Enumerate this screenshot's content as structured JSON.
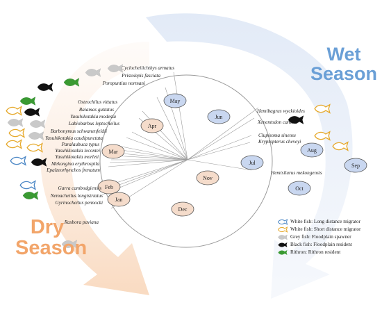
{
  "seasons": {
    "wet": "Wet Season",
    "dry": "Dry Season"
  },
  "months": [
    {
      "label": "May",
      "tone": "wet"
    },
    {
      "label": "Jun",
      "tone": "wet"
    },
    {
      "label": "Apr",
      "tone": "dry"
    },
    {
      "label": "Mar",
      "tone": "dry"
    },
    {
      "label": "Jul",
      "tone": "wet"
    },
    {
      "label": "Aug",
      "tone": "wet"
    },
    {
      "label": "Sep",
      "tone": "wet"
    },
    {
      "label": "Nov",
      "tone": "dry"
    },
    {
      "label": "Oct",
      "tone": "wet"
    },
    {
      "label": "Feb",
      "tone": "dry"
    },
    {
      "label": "Jan",
      "tone": "dry"
    },
    {
      "label": "Dec",
      "tone": "dry"
    }
  ],
  "species": [
    "Cyclocheilichthys armatus",
    "Pristolepis fasciata",
    "Poropuntius normani",
    "Osteochilus vittatus",
    "Raiamas guttatus",
    "Yasuhikotakia modesta",
    "Labiobarbus leptocheilus",
    "Barbonymus schwanenfeldii",
    "Yasuhikotakia caudipunctata",
    "Paralaubuca typus",
    "Yasuhikotakia lecontei",
    "Yasuhikotakia morleti",
    "Mekongina erythrospila",
    "Epalzeorhynchos frenatum",
    "Garra cambodgiensis",
    "Nemacheilus longistriatus",
    "Gyrinocheilus pennocki",
    "Rasbora paviana",
    "Hemibagrus wyckioides",
    "Xenentodon cancila",
    "Clupisoma sinense",
    "Kryptopterus cheveyi",
    "Hemisilurus mekongensis"
  ],
  "fish_groups": [
    {
      "key": "white-long",
      "color": "#4a86c5",
      "fill": "#ffffff"
    },
    {
      "key": "white-short",
      "color": "#e6a92c",
      "fill": "#ffffff"
    },
    {
      "key": "grey",
      "color": "#bdbdbd",
      "fill": "#c9c9c9"
    },
    {
      "key": "black",
      "color": "#111111",
      "fill": "#111111"
    },
    {
      "key": "green",
      "color": "#2f8a2f",
      "fill": "#3a9a32"
    }
  ],
  "legend": [
    {
      "group": "white-long",
      "label": "White fish: Long distance migrator"
    },
    {
      "group": "white-short",
      "label": "White fish: Short distance migrator"
    },
    {
      "group": "grey",
      "label": "Grey fish: Floodplain spawner"
    },
    {
      "group": "black",
      "label": "Black fish: Floodplain resident"
    },
    {
      "group": "green",
      "label": "Rithron: Rithron resident"
    }
  ],
  "colors": {
    "wet_fill": "#c9d7f0",
    "dry_fill": "#f5dccb",
    "wet_arrow": "#e3ebf7",
    "dry_arrow": "#fbe6d6",
    "ring": "#9a9a9a"
  }
}
